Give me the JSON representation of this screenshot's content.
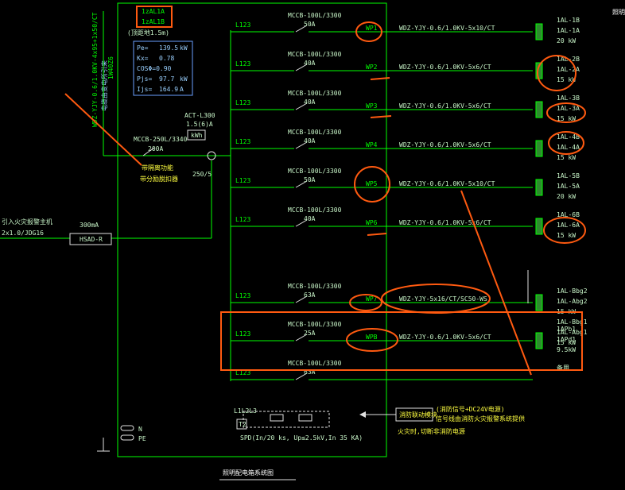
{
  "top_right_label": "照明配",
  "panel": {
    "name_lines": [
      "1zAL1A",
      "1zAL1B"
    ],
    "note": "(顶距地1.5m)",
    "params": [
      {
        "k": "Pe=",
        "v": "139.5",
        "u": "kW"
      },
      {
        "k": "Kx=",
        "v": "0.78",
        "u": ""
      },
      {
        "k": "COSΦ=0.90",
        "v": "",
        "u": ""
      },
      {
        "k": "Pjs=",
        "v": "97.7",
        "u": "kW"
      },
      {
        "k": "Ijs=",
        "v": "164.9",
        "u": "A"
      }
    ]
  },
  "incoming": {
    "cable_vertical": "WDZ-YJY-0.6/1.0KV-4x95+1x50/CT",
    "cable_vertical_2": "1W40Z6",
    "source_note": "电缆由变电所引来",
    "main_breaker": "MCCB-250L/3340",
    "main_rating": "200A",
    "ammeter": "ACT-L300",
    "ammeter_2": "1.5(6)A",
    "kwh": "kWh",
    "ct": "250/5",
    "note_line1": "带隔离功能",
    "note_line2": "带分励脱扣器"
  },
  "rcd": {
    "left_text1": "引入火灾报警主机",
    "left_text2": "2x1.0/JDG16",
    "rating": "300mA",
    "name": "HSAD-R"
  },
  "circuits": [
    {
      "phase": "L123",
      "breaker": "MCCB-100L/3300",
      "rating": "50A",
      "id": "WP1",
      "cable": "WDZ-YJY-0.6/1.0KV-5x10/CT",
      "loads": [
        "1AL-1B",
        "1AL-1A",
        "20 kW"
      ]
    },
    {
      "phase": "L123",
      "breaker": "MCCB-100L/3300",
      "rating": "40A",
      "id": "WP2",
      "cable": "WDZ-YJY-0.6/1.0KV-5x6/CT",
      "loads": [
        "1AL-2B",
        "1AL-2A",
        "15 kW"
      ]
    },
    {
      "phase": "L123",
      "breaker": "MCCB-100L/3300",
      "rating": "40A",
      "id": "WP3",
      "cable": "WDZ-YJY-0.6/1.0KV-5x6/CT",
      "loads": [
        "1AL-3B",
        "1AL-3A",
        "15 kW"
      ]
    },
    {
      "phase": "L123",
      "breaker": "MCCB-100L/3300",
      "rating": "40A",
      "id": "WP4",
      "cable": "WDZ-YJY-0.6/1.0KV-5x6/CT",
      "loads": [
        "1AL-4B",
        "1AL-4A",
        "15 kW"
      ]
    },
    {
      "phase": "L123",
      "breaker": "MCCB-100L/3300",
      "rating": "50A",
      "id": "WP5",
      "cable": "WDZ-YJY-0.6/1.0KV-5x10/CT",
      "loads": [
        "1AL-5B",
        "1AL-5A",
        "20 kW"
      ]
    },
    {
      "phase": "L123",
      "breaker": "MCCB-100L/3300",
      "rating": "40A",
      "id": "WP6",
      "cable": "WDZ-YJY-0.6/1.0KV-5x6/CT",
      "loads": [
        "1AL-6B",
        "1AL-6A",
        "15 kW"
      ]
    },
    {
      "phase": "L123",
      "breaker": "MCCB-100L/3300",
      "rating": "63A",
      "id": "WP7",
      "cable": "WDZ-YJY-5x16/CT/SC50-WS",
      "loads": [
        "1AL-Bbg2",
        "1AL-Abg2",
        "15 kW",
        "1AL-Bbg1",
        "1AL-Abg1",
        "15 kW"
      ]
    },
    {
      "phase": "L123",
      "breaker": "MCCB-100L/3300",
      "rating": "25A",
      "id": "WPB",
      "cable": "WDZ-YJY-0.6/1.0KV-5x6/CT",
      "loads": [
        "1APb1",
        "1APd1",
        "9.5kW"
      ]
    },
    {
      "phase": "L123",
      "breaker": "MCCB-100L/3300",
      "rating": "63A",
      "id": "",
      "cable": "",
      "loads": [
        "备用"
      ]
    }
  ],
  "spd": {
    "phase": "L1L2L3",
    "label": "SPD(In/20 ks, Up≤2.5kV,In 35 KA)",
    "t2": "T2"
  },
  "fire": {
    "box": "消防联动模块",
    "text1": "(消防信号+DC24V电源)",
    "text2": "信号线由消防火灾报警系统提供",
    "text3": "火灾时,切断非消防电源"
  },
  "bus": {
    "n": "N",
    "pe": "PE"
  },
  "footer": "照明配电箱系统图"
}
